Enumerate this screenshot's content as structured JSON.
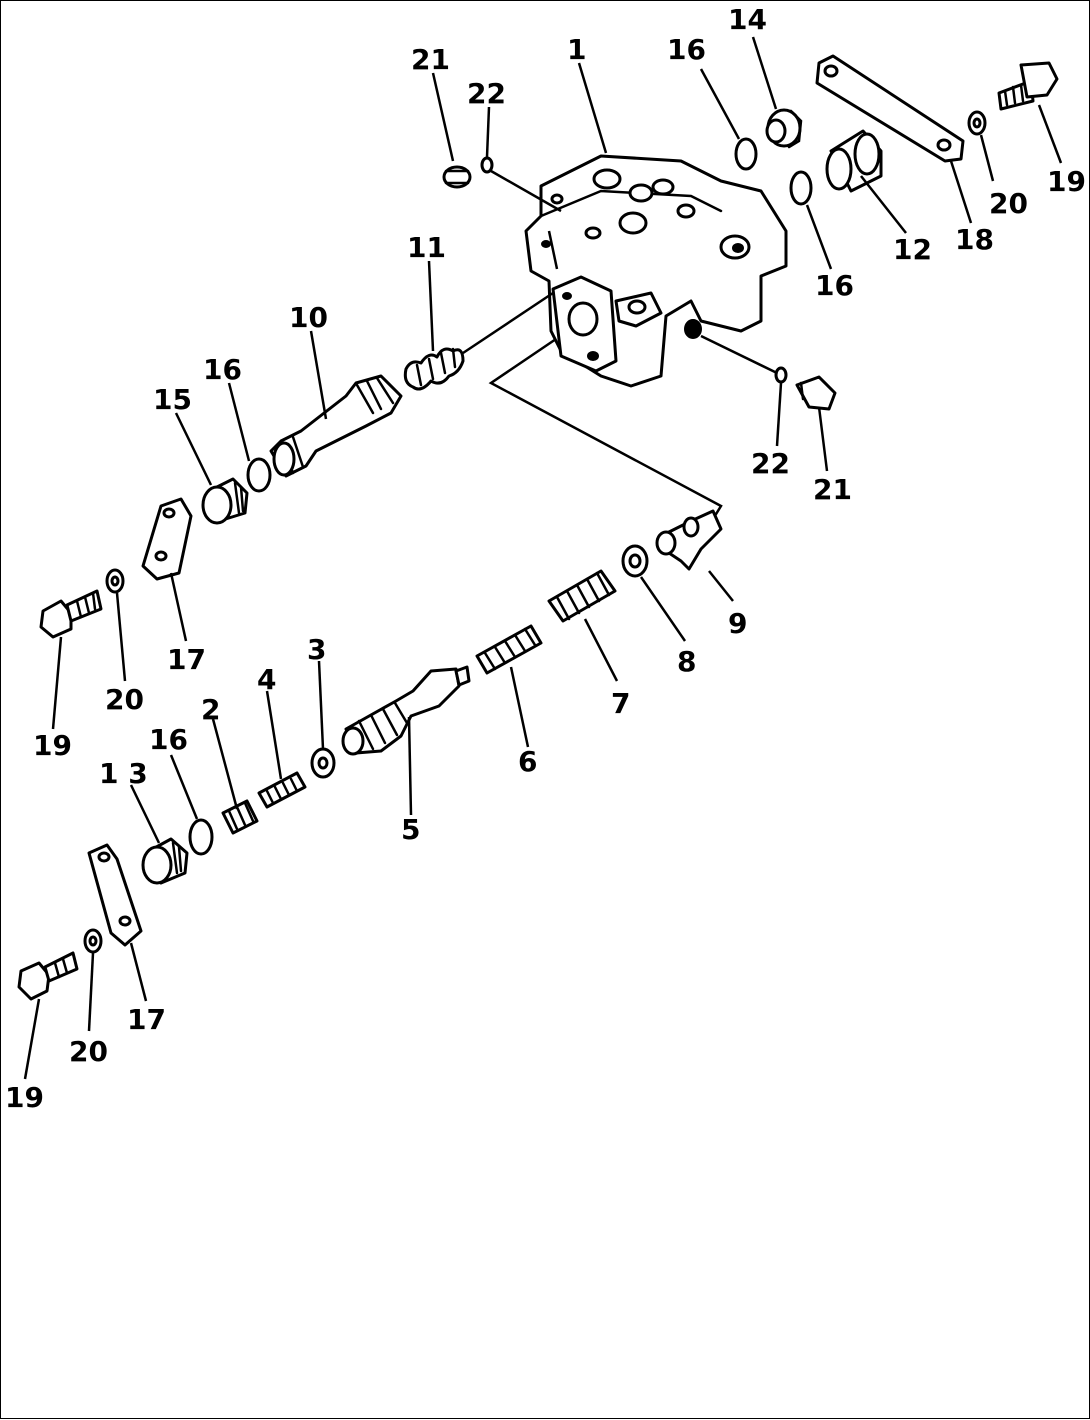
{
  "labels": [
    {
      "id": "p1",
      "text": "1"
    },
    {
      "id": "p2",
      "text": "2"
    },
    {
      "id": "p3",
      "text": "3"
    },
    {
      "id": "p4",
      "text": "4"
    },
    {
      "id": "p5",
      "text": "5"
    },
    {
      "id": "p6",
      "text": "6"
    },
    {
      "id": "p7",
      "text": "7"
    },
    {
      "id": "p8",
      "text": "8"
    },
    {
      "id": "p9",
      "text": "9"
    },
    {
      "id": "p10",
      "text": "10"
    },
    {
      "id": "p11",
      "text": "11"
    },
    {
      "id": "p12",
      "text": "12"
    },
    {
      "id": "p13",
      "text": "1 3"
    },
    {
      "id": "p14",
      "text": "14"
    },
    {
      "id": "p15",
      "text": "15"
    },
    {
      "id": "p16a",
      "text": "16"
    },
    {
      "id": "p16b",
      "text": "16"
    },
    {
      "id": "p16c",
      "text": "16"
    },
    {
      "id": "p16d",
      "text": "16"
    },
    {
      "id": "p17a",
      "text": "17"
    },
    {
      "id": "p17b",
      "text": "17"
    },
    {
      "id": "p18",
      "text": "18"
    },
    {
      "id": "p19a",
      "text": "19"
    },
    {
      "id": "p19b",
      "text": "19"
    },
    {
      "id": "p19c",
      "text": "19"
    },
    {
      "id": "p20a",
      "text": "20"
    },
    {
      "id": "p20b",
      "text": "20"
    },
    {
      "id": "p20c",
      "text": "20"
    },
    {
      "id": "p21a",
      "text": "21"
    },
    {
      "id": "p21b",
      "text": "21"
    },
    {
      "id": "p22a",
      "text": "22"
    },
    {
      "id": "p22b",
      "text": "22"
    }
  ]
}
